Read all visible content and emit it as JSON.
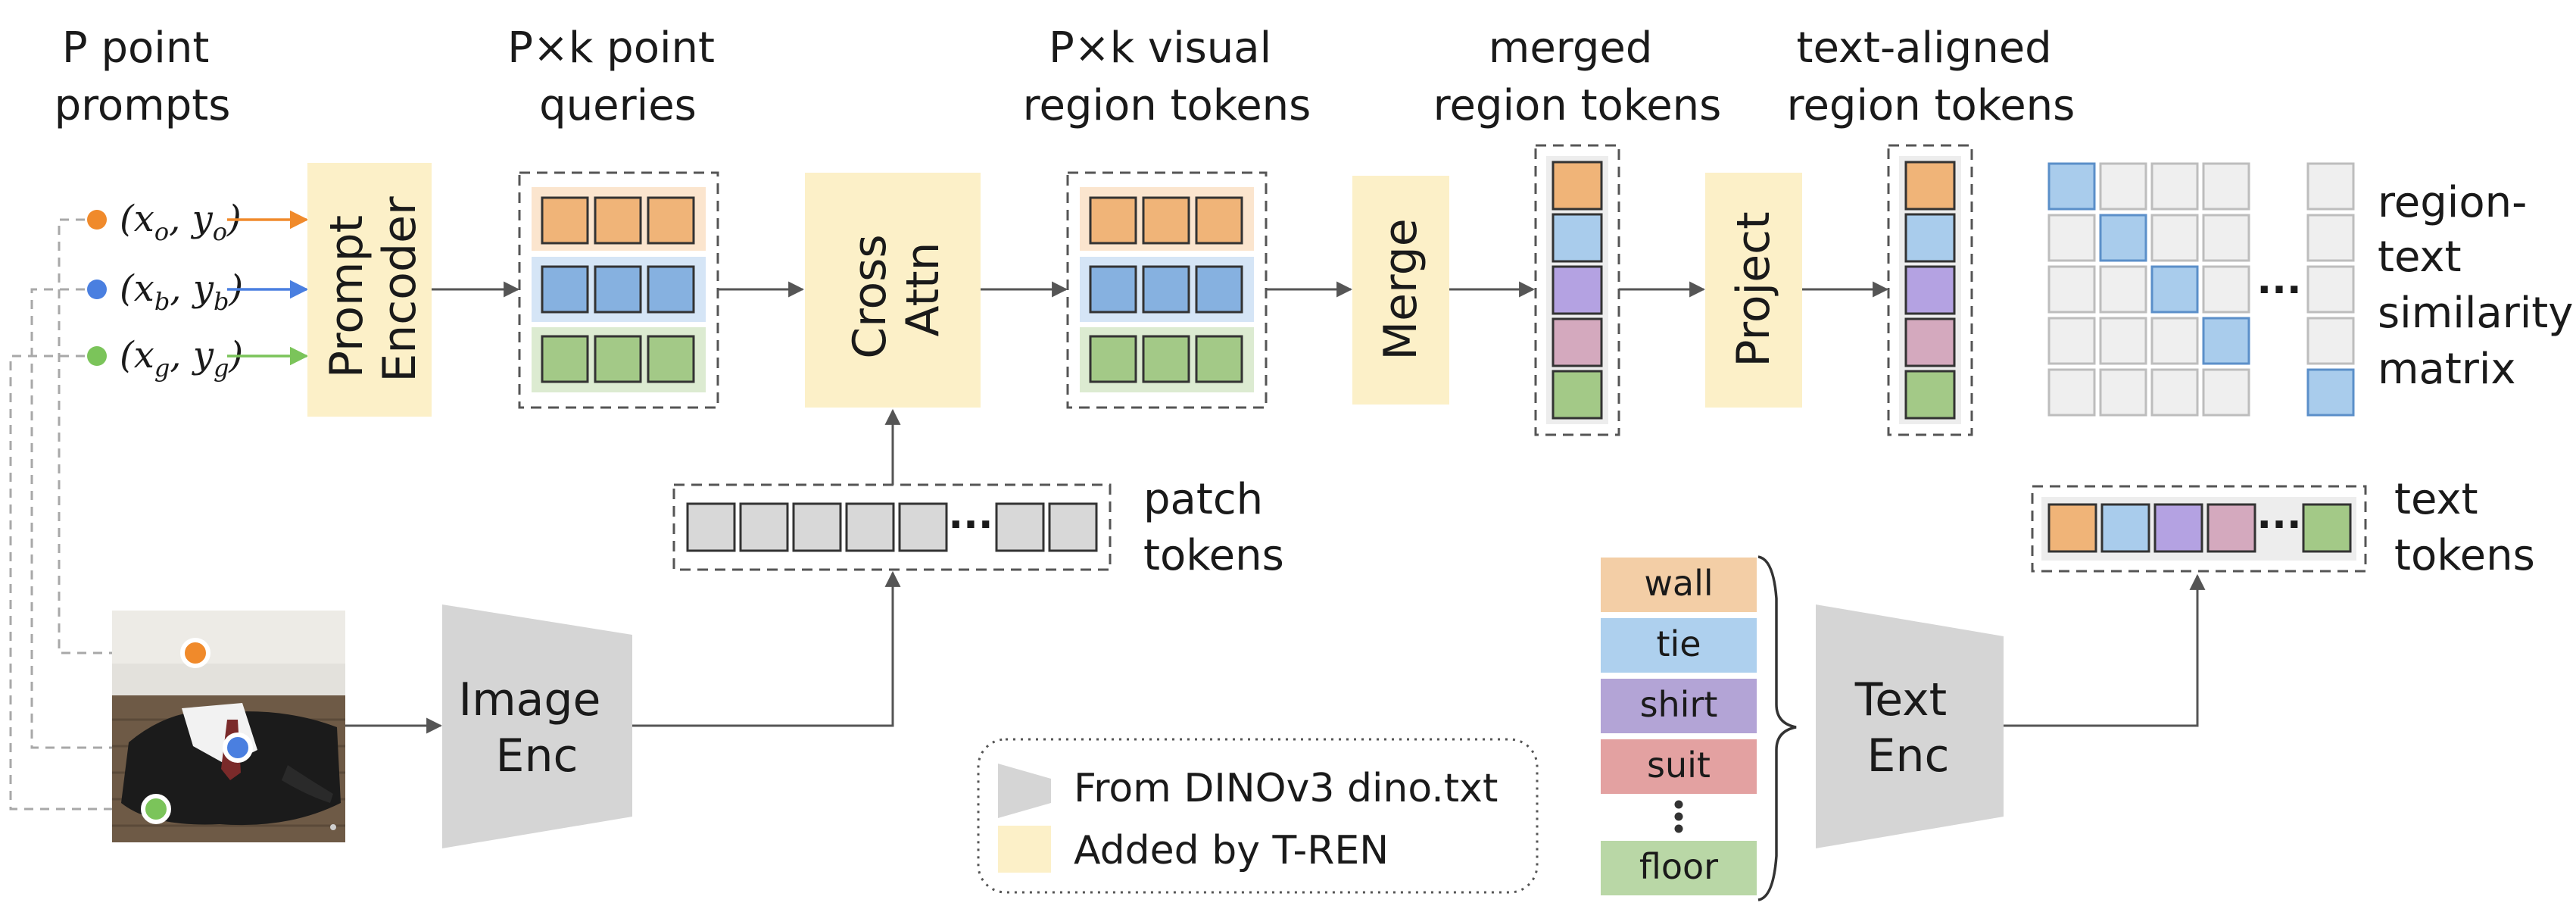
{
  "colors": {
    "orange": "#F0B478",
    "blue": "#86B1E0",
    "green": "#A3C987",
    "purple": "#B4A2E2",
    "pink": "#D4A9BE",
    "added_yellow": "#FCF0C8",
    "encoder_gray": "#D5D5D5",
    "patch_gray": "#D8D8D8",
    "matrix_gray": "#EFEFEF",
    "matrix_blue": "#A9CCEC",
    "point_orange": "#F08A2B",
    "point_blue": "#4A7FE0",
    "point_green": "#7BC45A"
  },
  "headers": {
    "p_point_prompts": [
      "P point",
      "prompts"
    ],
    "pk_point_queries": [
      "P×k point",
      "queries"
    ],
    "pk_visual_tokens": [
      "P×k visual",
      "region tokens"
    ],
    "merged_tokens": [
      "merged",
      "region tokens"
    ],
    "text_aligned_tokens": [
      "text-aligned",
      "region tokens"
    ]
  },
  "prompts": [
    {
      "var": "x",
      "sub": "o",
      "var2": "y",
      "color": "orange"
    },
    {
      "var": "x",
      "sub": "b",
      "var2": "y",
      "color": "blue"
    },
    {
      "var": "x",
      "sub": "g",
      "var2": "y",
      "color": "green"
    }
  ],
  "modules": {
    "prompt_encoder": [
      "Prompt",
      "Encoder"
    ],
    "cross_attn": [
      "Cross",
      "Attn"
    ],
    "merge": "Merge",
    "project": "Project",
    "image_enc": [
      "Image",
      "Enc"
    ],
    "text_enc": [
      "Text",
      "Enc"
    ]
  },
  "labels": {
    "similarity": [
      "region-",
      "text",
      "similarity",
      "matrix"
    ],
    "patch_tokens": [
      "patch",
      "tokens"
    ],
    "text_tokens": [
      "text",
      "tokens"
    ],
    "ellipsis": "···"
  },
  "text_classes": [
    {
      "label": "wall",
      "color": "#F3CEA6"
    },
    {
      "label": "tie",
      "color": "#AED0EE"
    },
    {
      "label": "shirt",
      "color": "#B3A4D6"
    },
    {
      "label": "suit",
      "color": "#E3A1A1"
    },
    {
      "label": "floor",
      "color": "#B9D7A6"
    }
  ],
  "legend": {
    "dino": "From DINOv3 dino.txt",
    "tren": "Added by T-REN"
  }
}
